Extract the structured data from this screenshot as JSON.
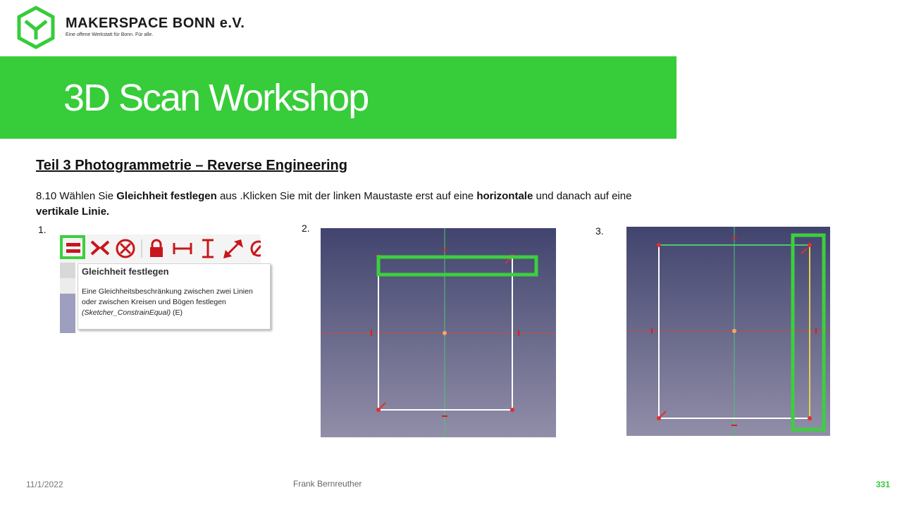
{
  "header": {
    "org_name": "MAKERSPACE BONN e.V.",
    "org_tagline": "Eine offene Werkstatt für Bonn. Für alle.",
    "banner_title": "3D Scan Workshop"
  },
  "content": {
    "subtitle": "Teil 3  Photogrammetrie  – Reverse Engineering",
    "instruction": {
      "part1": "8.10 Wählen Sie ",
      "bold1": "Gleichheit festlegen",
      "part2": " aus .Klicken Sie mit der linken Maustaste erst auf eine ",
      "bold2": "horizontale",
      "part3": " und danach auf eine ",
      "bold3": "vertikale Linie."
    },
    "steps": [
      "1.",
      "2.",
      "3."
    ]
  },
  "tooltip": {
    "title": "Gleichheit festlegen",
    "body": "Eine Gleichheitsbeschränkung zwischen zwei Linien oder zwischen Kreisen und Bögen festlegen",
    "command": "(Sketcher_ConstrainEqual)",
    "shortcut": "(E)"
  },
  "toolbar_icons": [
    "equal-icon",
    "symmetric-icon",
    "block-icon",
    "lock-icon",
    "horizontal-distance-icon",
    "vertical-distance-icon",
    "distance-icon",
    "radius-icon"
  ],
  "colors": {
    "brand_green": "#37cc3a",
    "highlight_green": "#3ccf3e",
    "icon_red": "#c8161b",
    "viewport_top": "#41446e",
    "viewport_bottom": "#918ea8"
  },
  "footer": {
    "date": "11/1/2022",
    "author": "Frank Bernreuther",
    "page_number": "331"
  }
}
